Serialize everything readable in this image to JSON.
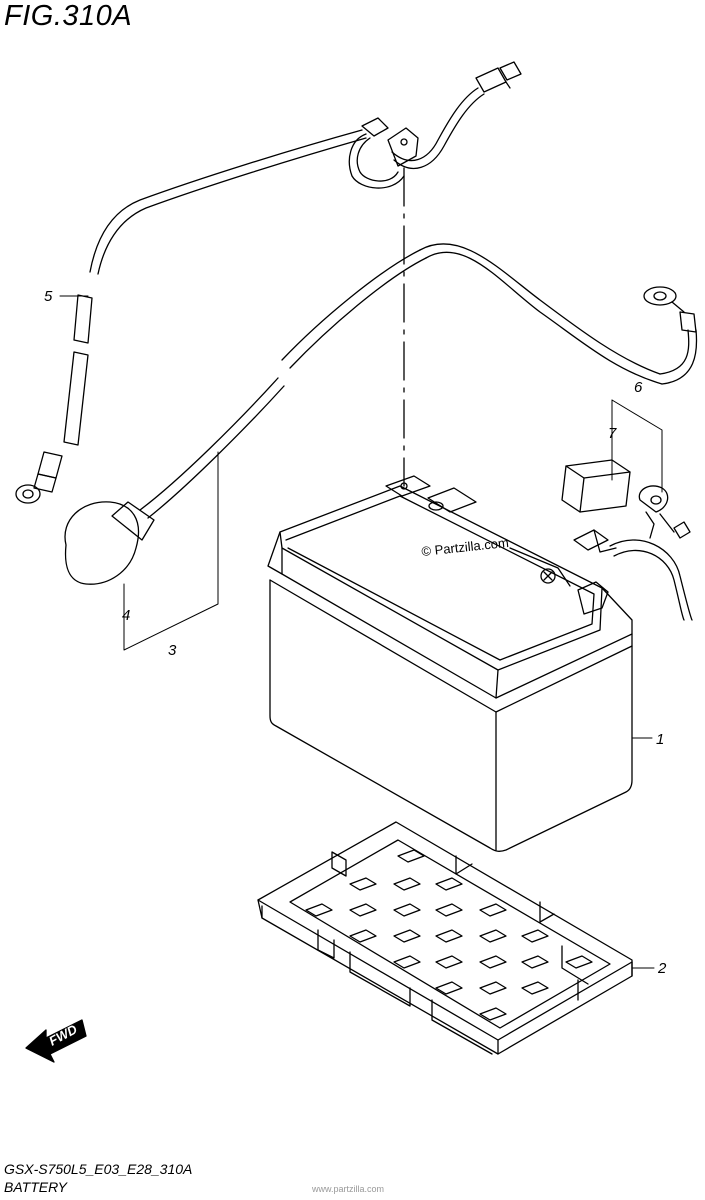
{
  "figure": {
    "title": "FIG.310A",
    "model_code": "GSX-S750L5_E03_E28_310A",
    "section_name": "BATTERY",
    "footer_faint": "www.partzilla.com"
  },
  "watermark": "© Partzilla.com",
  "direction_indicator": "FWD",
  "callouts": [
    {
      "number": "1",
      "part": "battery"
    },
    {
      "number": "2",
      "part": "battery tray"
    },
    {
      "number": "3",
      "part": "battery cable assembly"
    },
    {
      "number": "4",
      "part": "terminal cover"
    },
    {
      "number": "5",
      "part": "ground cable"
    },
    {
      "number": "6",
      "part": "terminal set"
    },
    {
      "number": "7",
      "part": "terminal cover"
    }
  ]
}
